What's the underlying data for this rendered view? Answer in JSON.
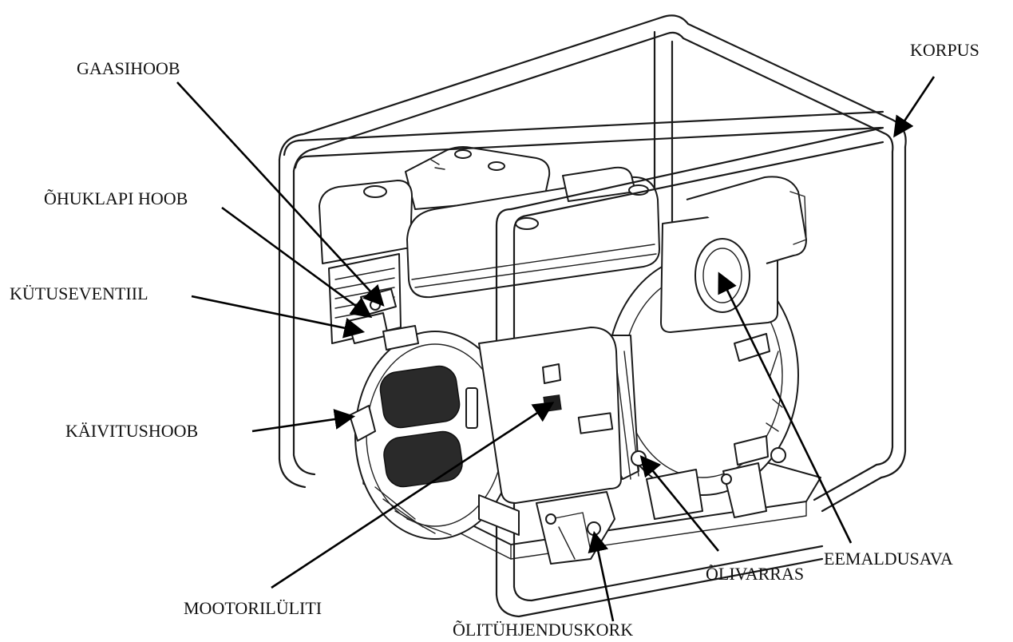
{
  "colors": {
    "ink": "#111111",
    "background": "#ffffff"
  },
  "labels": {
    "korpus": "KORPUS",
    "gaasihoob": "GAASIHOOB",
    "ohuklapi_hoob": "ÕHUKLAPI HOOB",
    "kutuseventiil": "KÜTUSEVENTIIL",
    "kaivitushoob": "KÄIVITUSHOOB",
    "mootorilyliti": "MOOTORILÜLITI",
    "olitühjenduskork": "ÕLITÜHJENDUSKORK",
    "olivarras": "ÕLIVARRAS",
    "eemaldusava": "EEMALDUSAVA"
  }
}
